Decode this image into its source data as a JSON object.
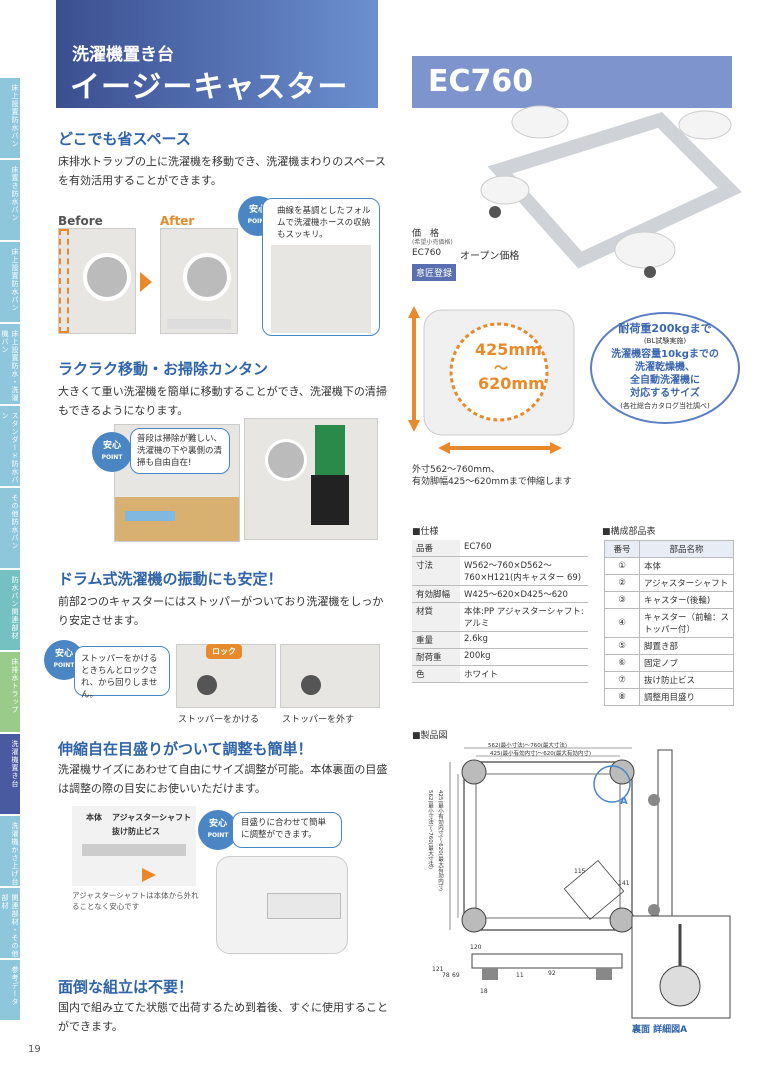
{
  "side_tabs": [
    {
      "label": "床上設置防水パン"
    },
    {
      "label": "床置き防水パン"
    },
    {
      "label": "床上設置防水パン"
    },
    {
      "label": "床上設置防水・洗濯機パン"
    },
    {
      "label": "スタンダード防水パン"
    },
    {
      "label": "その他防水パン"
    },
    {
      "label": "防水パン関連部材"
    },
    {
      "label": "床排水トラップ"
    },
    {
      "label": "洗濯機置き台"
    },
    {
      "label": "洗濯機かさ上げ台"
    },
    {
      "label": "関連部材・その他部材"
    },
    {
      "label": "参考データ"
    }
  ],
  "header": {
    "subtitle": "洗濯機置き台",
    "title": "イージーキャスター",
    "model": "EC760"
  },
  "section1": {
    "title": "どこでも省スペース",
    "body": "床排水トラップの上に洗濯機を移動でき、洗濯機まわりのスペースを有効活用することができます。",
    "before": "Before",
    "after": "After",
    "point_badge": "安心",
    "point_badge_sub": "POINT",
    "point_text": "曲線を基調としたフォルムで洗濯機ホースの収納もスッキリ。"
  },
  "product": {
    "price_label": "価　格",
    "price_sub": "(希望小売価格)",
    "price_model": "EC760",
    "price_value": "オープン価格",
    "badge": "意匠登録"
  },
  "diagram_top": {
    "range_top": "425mm",
    "range_tilde": "～",
    "range_bottom": "620mm",
    "caption1": "外寸562～760mm、",
    "caption2": "有効脚幅425～620mmまで伸縮します",
    "claim1": "耐荷重200kgまで",
    "claim1_sub": "(BL試験実施)",
    "claim2": "洗濯機容量10kgまでの",
    "claim3": "洗濯乾燥機、",
    "claim4": "全自動洗濯機に",
    "claim5": "対応するサイズ",
    "claim_sub": "(各社総合カタログ当社調べ)"
  },
  "section2": {
    "title": "ラクラク移動・お掃除カンタン",
    "body": "大きくて重い洗濯機を簡単に移動することができ、洗濯機下の清掃もできるようになります。",
    "point_badge": "安心",
    "point_badge_sub": "POINT",
    "point_text": "普段は掃除が難しい、洗濯機の下や裏側の清掃も自由自在!"
  },
  "section3": {
    "title": "ドラム式洗濯機の振動にも安定！",
    "body": "前部2つのキャスターにはストッパーがついており洗濯機をしっかり安定させます。",
    "point_badge": "安心",
    "point_badge_sub": "POINT",
    "point_text": "ストッパーをかけるときちんとロックされ、から回りしません。",
    "lock_label": "ロック",
    "cap1": "ストッパーをかける",
    "cap2": "ストッパーを外す"
  },
  "section4": {
    "title": "伸縮自在目盛りがついて調整も簡単！",
    "body": "洗濯機サイズにあわせて自由にサイズ調整が可能。本体裏面の目盛は調整の際の目安にお使いいただけます。",
    "label_body": "本体",
    "label_shaft": "アジャスターシャフト",
    "label_screw": "抜け防止ビス",
    "note": "アジャスターシャフトは本体から外れることなく安心です",
    "point_badge": "安心",
    "point_badge_sub": "POINT",
    "point_text": "目盛りに合わせて簡単に調整ができます。"
  },
  "section5": {
    "title": "面倒な組立は不要！",
    "body": "国内で組み立てた状態で出荷するため到着後、すぐに使用することができます。"
  },
  "spec": {
    "heading": "■仕様",
    "rows": [
      {
        "k": "品番",
        "v": "EC760"
      },
      {
        "k": "寸法",
        "v": "W562～760×D562～760×H121(内キャスター 69)"
      },
      {
        "k": "有効脚幅",
        "v": "W425～620×D425～620"
      },
      {
        "k": "材質",
        "v": "本体:PP アジャスターシャフト:アルミ"
      },
      {
        "k": "重量",
        "v": "2.6kg"
      },
      {
        "k": "耐荷重",
        "v": "200kg"
      },
      {
        "k": "色",
        "v": "ホワイト"
      }
    ]
  },
  "parts": {
    "heading": "■構成部品表",
    "col1": "番号",
    "col2": "部品名称",
    "rows": [
      {
        "n": "①",
        "name": "本体"
      },
      {
        "n": "②",
        "name": "アジャスターシャフト"
      },
      {
        "n": "③",
        "name": "キャスター(後輪)"
      },
      {
        "n": "④",
        "name": "キャスター（前輪：ストッパー付）"
      },
      {
        "n": "⑤",
        "name": "脚置き部"
      },
      {
        "n": "⑥",
        "name": "固定ノブ"
      },
      {
        "n": "⑦",
        "name": "抜け防止ビス"
      },
      {
        "n": "⑧",
        "name": "調整用目盛り"
      }
    ]
  },
  "drawing": {
    "heading": "■製品図",
    "dim_outer": "562(最小寸法)～760(最大寸法)",
    "dim_inner": "425(最小有効内寸)～620(最大有効内寸)",
    "dim_side": "562(最小寸法)～760(最大寸法)",
    "dim_side2": "425(最小有効内寸)～620(最大有効内寸)",
    "d115": "115",
    "d141": "141",
    "d120": "120",
    "d121": "121",
    "d78": "78",
    "d69": "69",
    "d18": "18",
    "d11": "11",
    "d92": "92",
    "label_a": "A",
    "detail_caption": "裏面 詳細図A"
  },
  "page_number": "19"
}
